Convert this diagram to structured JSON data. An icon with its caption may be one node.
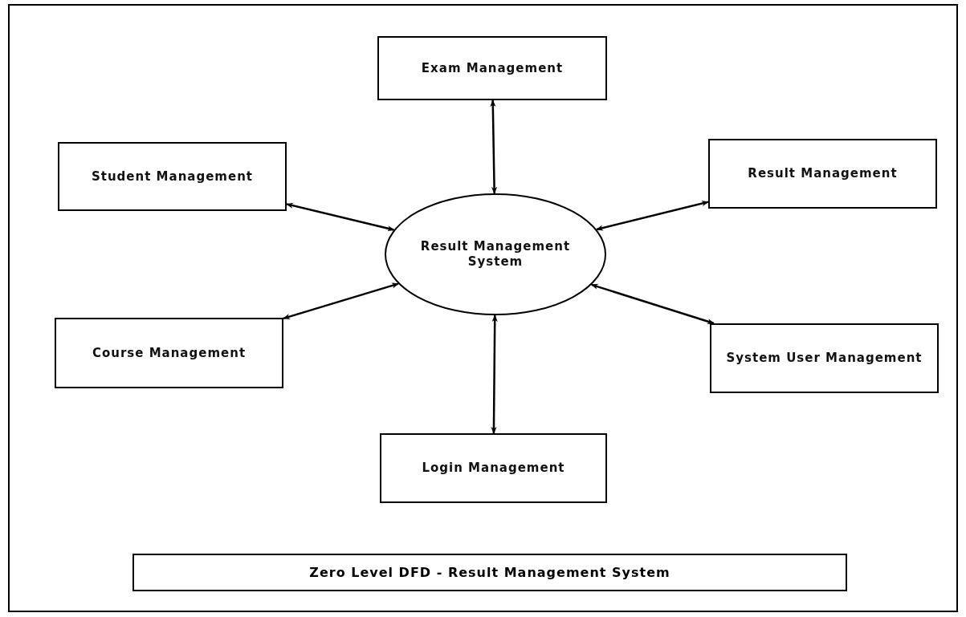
{
  "diagram": {
    "title": "Zero Level DFD - Result Management System",
    "nodes": [
      {
        "text": [
          "Exam Management"
        ]
      },
      {
        "text": [
          "Student Management"
        ]
      },
      {
        "text": [
          "Result Management"
        ]
      },
      {
        "text": [
          "Result Management System"
        ]
      },
      {
        "text": [
          "Course Management"
        ]
      },
      {
        "text": [
          "System User Management"
        ]
      },
      {
        "text": [
          "Login Management"
        ]
      }
    ],
    "edges": [
      {
        "from": 0,
        "to": 3,
        "arrow": "both"
      },
      {
        "from": 1,
        "to": 3,
        "arrow": "both"
      },
      {
        "from": 2,
        "to": 3,
        "arrow": "both"
      },
      {
        "from": 4,
        "to": 3,
        "arrow": "both"
      },
      {
        "from": 5,
        "to": 3,
        "arrow": "both"
      },
      {
        "from": 6,
        "to": 3,
        "arrow": "both"
      }
    ]
  }
}
